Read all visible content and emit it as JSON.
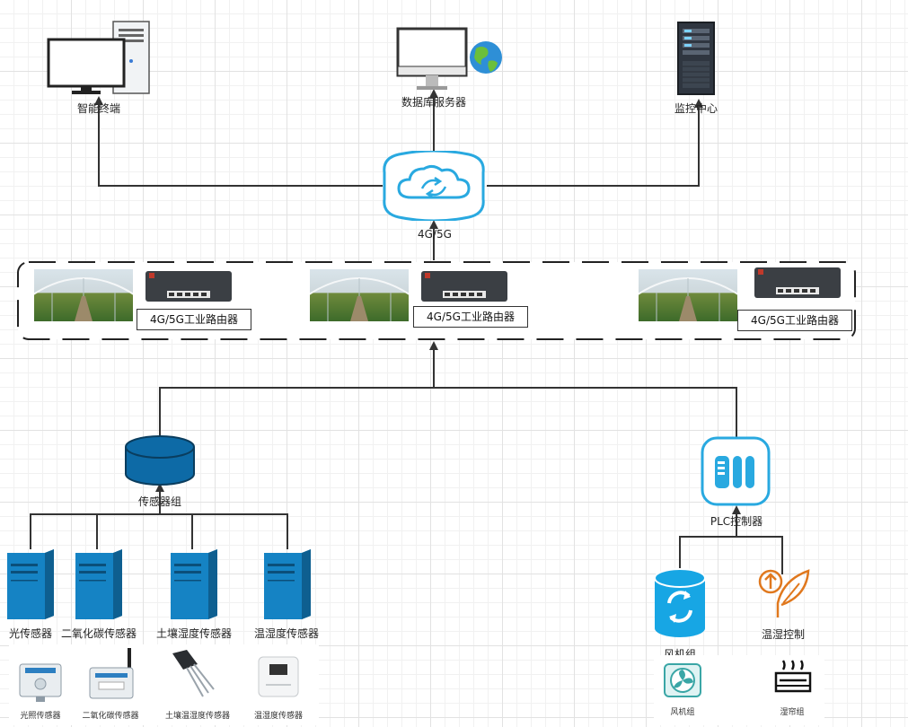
{
  "top_nodes": {
    "terminal": "智能终端",
    "db_server": "数据库服务器",
    "monitor": "监控中心"
  },
  "cloud": {
    "label": "4G/5G"
  },
  "routers": {
    "label_1": "4G/5G工业路由器",
    "label_2": "4G/5G工业路由器",
    "label_3": "4G/5G工业路由器"
  },
  "sensor_group": {
    "label": "传感器组"
  },
  "sensors": [
    {
      "label": "光传感器"
    },
    {
      "label": "二氧化碳传感器"
    },
    {
      "label": "土壤湿度传感器"
    },
    {
      "label": "温湿度传感器"
    }
  ],
  "sensor_photos": [
    {
      "label": "光照传感器"
    },
    {
      "label": "二氧化碳传感器"
    },
    {
      "label": "土壤温湿度传感器"
    },
    {
      "label": "温湿度传感器"
    }
  ],
  "plc": {
    "label": "PLC控制器"
  },
  "actuators": {
    "fan": "风机组",
    "temp_ctrl": "温湿控制"
  },
  "actuator_photos": {
    "fan": "风机组",
    "humidifier": "湿帘组"
  },
  "colors": {
    "cabinet_blue": "#1a7fbf",
    "cloud_blue": "#29a9e0",
    "orange": "#e0781e",
    "line": "#333333"
  }
}
